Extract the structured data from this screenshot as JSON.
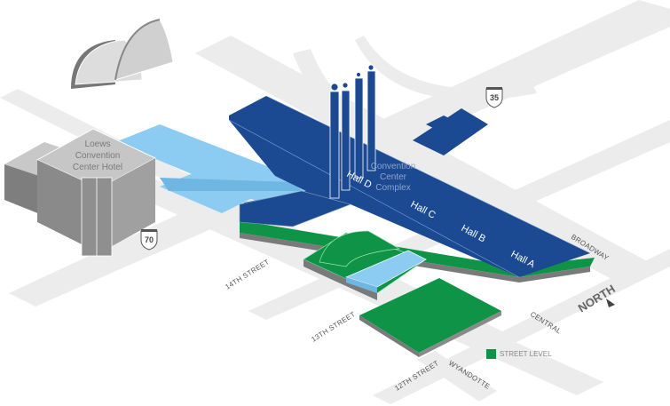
{
  "map": {
    "title": "Convention Center Complex",
    "buildings": {
      "convention_center": {
        "line1": "Convention",
        "line2": "Center",
        "line3": "Complex"
      },
      "hotel": {
        "line1": "Loews",
        "line2": "Convention",
        "line3": "Center Hotel"
      }
    },
    "halls": [
      "Hall D",
      "Hall C",
      "Hall B",
      "Hall A"
    ],
    "streets": {
      "broadway": "BROADWAY",
      "central": "CENTRAL",
      "wyandotte": "WYANDOTTE",
      "fourteenth": "14TH STREET",
      "thirteenth": "13TH STREET",
      "twelfth": "12TH STREET"
    },
    "highways": {
      "i35": "35",
      "i70": "70"
    },
    "compass": {
      "label": "NORTH"
    },
    "legend": {
      "street_level": "STREET LEVEL"
    },
    "colors": {
      "convention_blue": "#1b4a93",
      "light_blue": "#8ccbf2",
      "street_level_green": "#0f9447",
      "building_gray": "#8c8c8c",
      "road_gray": "#ececec"
    }
  }
}
